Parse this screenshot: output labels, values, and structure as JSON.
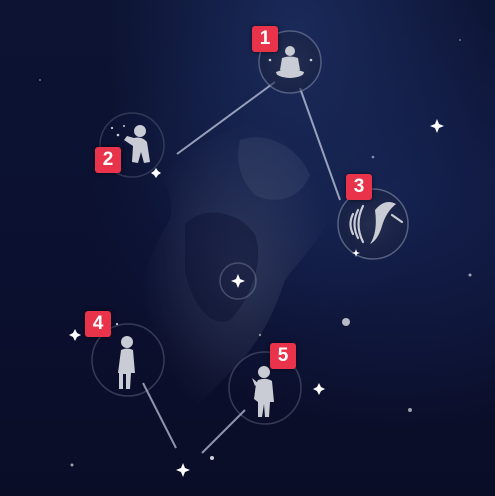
{
  "colors": {
    "badge": "#e8334a",
    "badge_text": "#ffffff",
    "line": "#b9c0d6",
    "node_ring": "#9aa3b8",
    "figure": "#c9ccd4",
    "star": "#ffffff"
  },
  "nodes": [
    {
      "id": "1",
      "badge": "1",
      "icon": "meditating-person-icon"
    },
    {
      "id": "2",
      "badge": "2",
      "icon": "pushing-person-icon"
    },
    {
      "id": "3",
      "badge": "3",
      "icon": "sound-wave-creature-icon"
    },
    {
      "id": "4",
      "badge": "4",
      "icon": "standing-person-icon"
    },
    {
      "id": "5",
      "badge": "5",
      "icon": "person-talking-icon"
    },
    {
      "id": "center",
      "badge": "",
      "icon": "sparkle-icon"
    }
  ],
  "connections": [
    [
      "2",
      "1"
    ],
    [
      "1",
      "3"
    ],
    [
      "4",
      "bottom-star"
    ],
    [
      "bottom-star",
      "5"
    ]
  ]
}
